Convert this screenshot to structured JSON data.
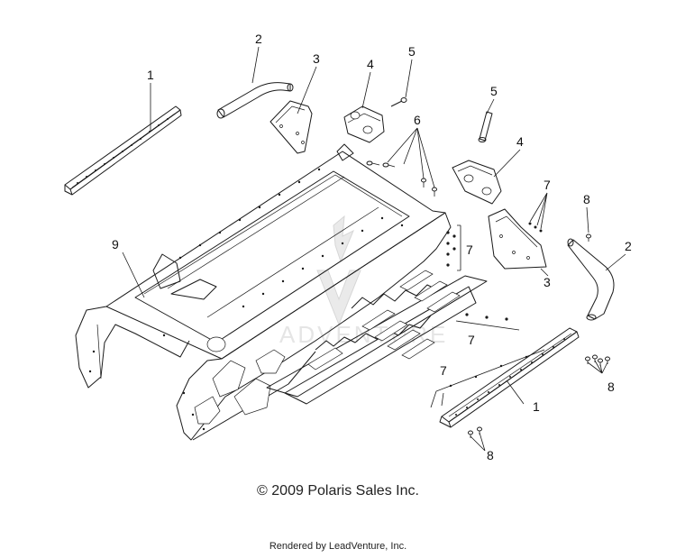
{
  "callouts": {
    "c1a": "1",
    "c2a": "2",
    "c3a": "3",
    "c4a": "4",
    "c5a": "5",
    "c6": "6",
    "c5b": "5",
    "c4b": "4",
    "c7a": "7",
    "c8a": "8",
    "c2b": "2",
    "c9": "9",
    "c7b": "7",
    "c3b": "3",
    "c7c": "7",
    "c7d": "7",
    "c1b": "1",
    "c8b": "8",
    "c8c": "8"
  },
  "watermark": {
    "text": "ADVENTURE"
  },
  "footer": {
    "copyright": "© 2009 Polaris Sales Inc.",
    "rendered_by": "Rendered by LeadVenture, Inc."
  }
}
